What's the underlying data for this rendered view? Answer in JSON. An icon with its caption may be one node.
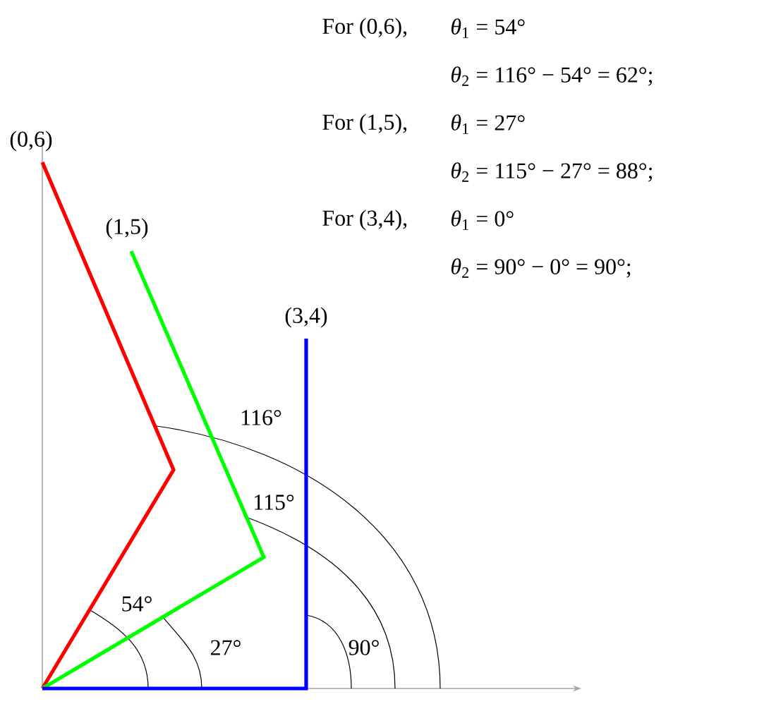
{
  "diagram": {
    "labels": [
      "For (0,6),",
      "*θ*$_{1}$ = 54°",
      "*θ*$_{2}$ = 116° − 54° = 62°;",
      "For (1,5),",
      "*θ*$_{1}$ = 27°",
      "*θ*$_{2}$ = 115° − 27° = 88°;",
      "For (3,4),",
      "*θ*$_{1}$ = 0°",
      "*θ*$_{2}$ = 90° − 0° = 90°;",
      "(0,6)",
      "(1,5)",
      "(3,4)",
      "116°",
      "115°",
      "54°",
      "27°",
      "90°"
    ]
  }
}
